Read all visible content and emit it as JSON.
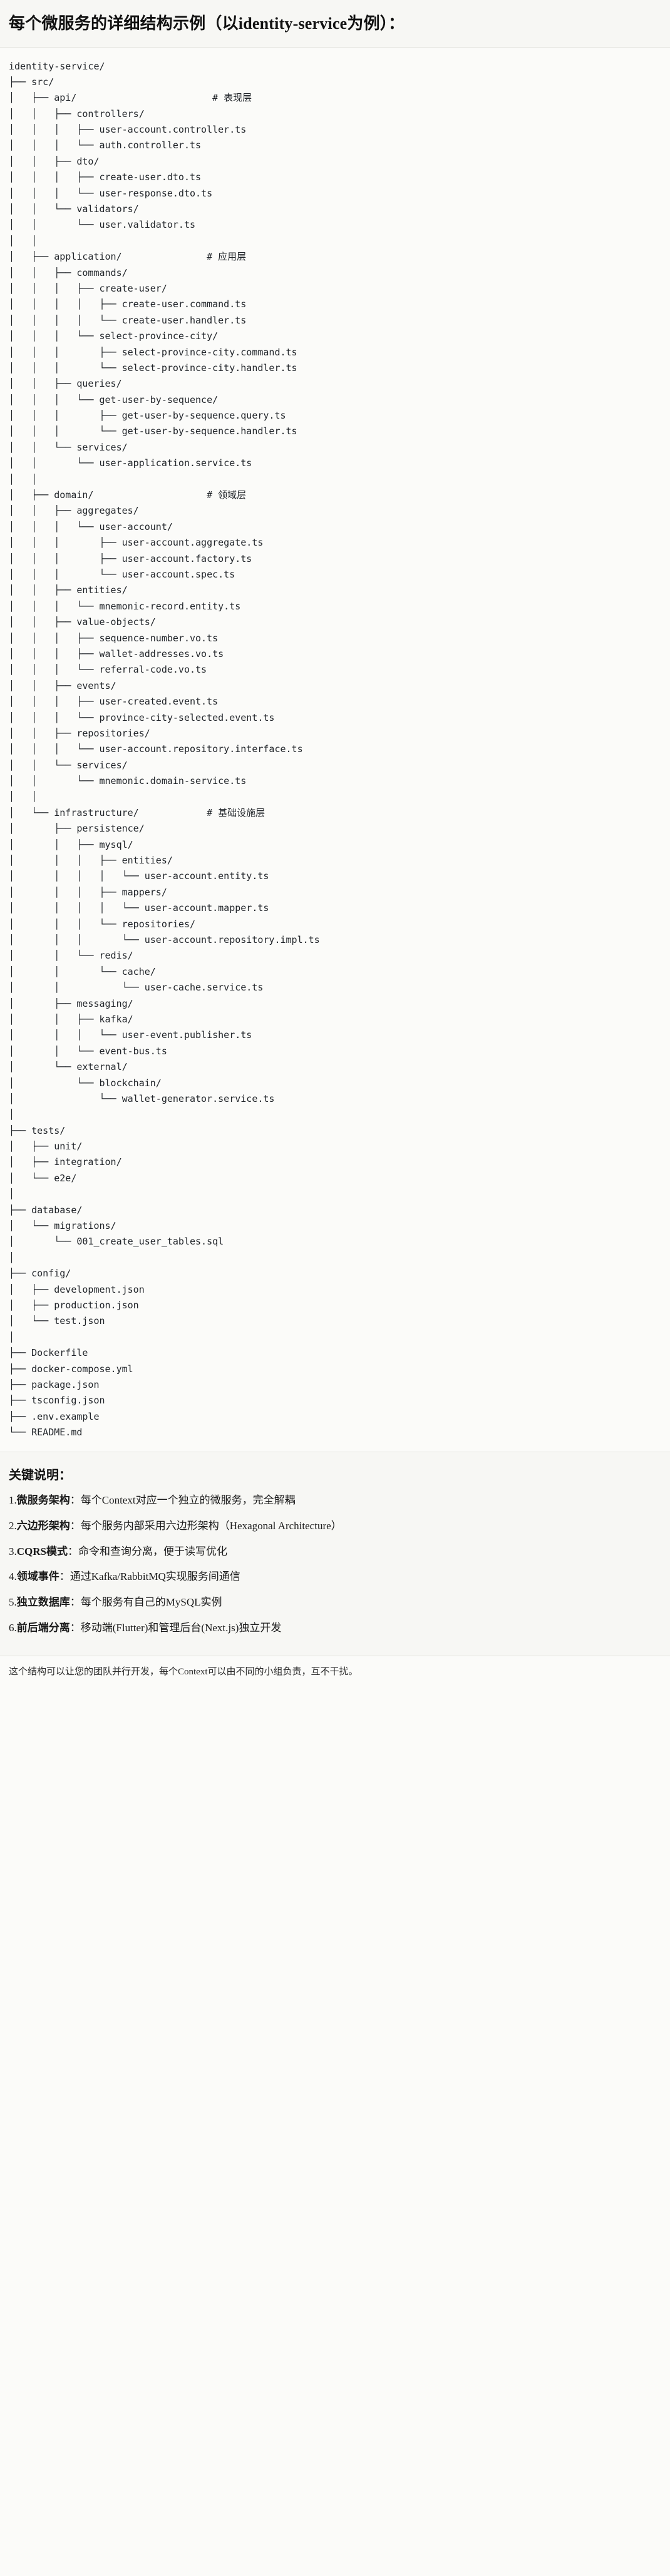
{
  "header": {
    "title": "每个微服务的详细结构示例（以identity-service为例）："
  },
  "tree": {
    "lines": [
      "identity-service/",
      "├── src/",
      "│   ├── api/                        # 表现层",
      "│   │   ├── controllers/",
      "│   │   │   ├── user-account.controller.ts",
      "│   │   │   └── auth.controller.ts",
      "│   │   ├── dto/",
      "│   │   │   ├── create-user.dto.ts",
      "│   │   │   └── user-response.dto.ts",
      "│   │   └── validators/",
      "│   │       └── user.validator.ts",
      "│   │",
      "│   ├── application/               # 应用层",
      "│   │   ├── commands/",
      "│   │   │   ├── create-user/",
      "│   │   │   │   ├── create-user.command.ts",
      "│   │   │   │   └── create-user.handler.ts",
      "│   │   │   └── select-province-city/",
      "│   │   │       ├── select-province-city.command.ts",
      "│   │   │       └── select-province-city.handler.ts",
      "│   │   ├── queries/",
      "│   │   │   └── get-user-by-sequence/",
      "│   │   │       ├── get-user-by-sequence.query.ts",
      "│   │   │       └── get-user-by-sequence.handler.ts",
      "│   │   └── services/",
      "│   │       └── user-application.service.ts",
      "│   │",
      "│   ├── domain/                    # 领域层",
      "│   │   ├── aggregates/",
      "│   │   │   └── user-account/",
      "│   │   │       ├── user-account.aggregate.ts",
      "│   │   │       ├── user-account.factory.ts",
      "│   │   │       └── user-account.spec.ts",
      "│   │   ├── entities/",
      "│   │   │   └── mnemonic-record.entity.ts",
      "│   │   ├── value-objects/",
      "│   │   │   ├── sequence-number.vo.ts",
      "│   │   │   ├── wallet-addresses.vo.ts",
      "│   │   │   └── referral-code.vo.ts",
      "│   │   ├── events/",
      "│   │   │   ├── user-created.event.ts",
      "│   │   │   └── province-city-selected.event.ts",
      "│   │   ├── repositories/",
      "│   │   │   └── user-account.repository.interface.ts",
      "│   │   └── services/",
      "│   │       └── mnemonic.domain-service.ts",
      "│   │",
      "│   └── infrastructure/            # 基础设施层",
      "│       ├── persistence/",
      "│       │   ├── mysql/",
      "│       │   │   ├── entities/",
      "│       │   │   │   └── user-account.entity.ts",
      "│       │   │   ├── mappers/",
      "│       │   │   │   └── user-account.mapper.ts",
      "│       │   │   └── repositories/",
      "│       │   │       └── user-account.repository.impl.ts",
      "│       │   └── redis/",
      "│       │       └── cache/",
      "│       │           └── user-cache.service.ts",
      "│       ├── messaging/",
      "│       │   ├── kafka/",
      "│       │   │   └── user-event.publisher.ts",
      "│       │   └── event-bus.ts",
      "│       └── external/",
      "│           └── blockchain/",
      "│               └── wallet-generator.service.ts",
      "│",
      "├── tests/",
      "│   ├── unit/",
      "│   ├── integration/",
      "│   └── e2e/",
      "│",
      "├── database/",
      "│   └── migrations/",
      "│       └── 001_create_user_tables.sql",
      "│",
      "├── config/",
      "│   ├── development.json",
      "│   ├── production.json",
      "│   └── test.json",
      "│",
      "├── Dockerfile",
      "├── docker-compose.yml",
      "├── package.json",
      "├── tsconfig.json",
      "├── .env.example",
      "└── README.md"
    ]
  },
  "notes": {
    "heading": "关键说明：",
    "items": [
      {
        "index": "1.",
        "term": "微服务架构",
        "desc": "：每个Context对应一个独立的微服务，完全解耦"
      },
      {
        "index": "2.",
        "term": "六边形架构",
        "desc": "：每个服务内部采用六边形架构（Hexagonal Architecture）"
      },
      {
        "index": "3.",
        "term": "CQRS模式",
        "desc": "：命令和查询分离，便于读写优化"
      },
      {
        "index": "4.",
        "term": "领域事件",
        "desc": "：通过Kafka/RabbitMQ实现服务间通信"
      },
      {
        "index": "5.",
        "term": "独立数据库",
        "desc": "：每个服务有自己的MySQL实例"
      },
      {
        "index": "6.",
        "term": "前后端分离",
        "desc": "：移动端(Flutter)和管理后台(Next.js)独立开发"
      }
    ]
  },
  "closing": {
    "text": "这个结构可以让您的团队并行开发，每个Context可以由不同的小组负责，互不干扰。"
  }
}
